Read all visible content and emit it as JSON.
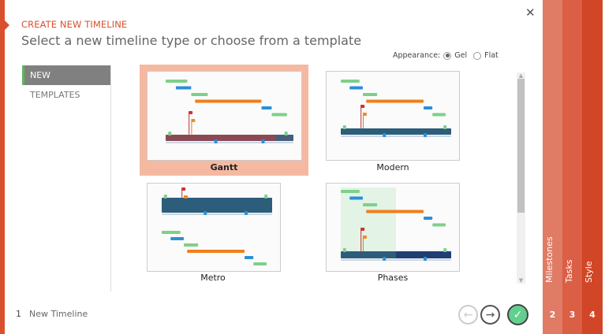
{
  "header": {
    "kicker": "CREATE NEW TIMELINE",
    "title": "Select a new timeline type or choose from a template",
    "close_icon": "close-icon"
  },
  "appearance": {
    "label": "Appearance:",
    "options": [
      {
        "label": "Gel",
        "selected": true
      },
      {
        "label": "Flat",
        "selected": false
      }
    ]
  },
  "sidebar": {
    "items": [
      {
        "label": "NEW",
        "selected": true
      },
      {
        "label": "TEMPLATES",
        "selected": false
      }
    ]
  },
  "templates": [
    {
      "label": "Gantt",
      "selected": true
    },
    {
      "label": "Modern",
      "selected": false
    },
    {
      "label": "Metro",
      "selected": false
    },
    {
      "label": "Phases",
      "selected": false
    }
  ],
  "footer": {
    "step_number": "1",
    "step_label": "New Timeline"
  },
  "steps": [
    {
      "number": "2",
      "label": "Milestones",
      "color": "#e07b66"
    },
    {
      "number": "3",
      "label": "Tasks",
      "color": "#da5f45"
    },
    {
      "number": "4",
      "label": "Style",
      "color": "#d14626"
    }
  ],
  "colors": {
    "accent": "#d9502f",
    "selected_card": "#f4b9a0",
    "done": "#62cf8e",
    "task_green": "#7ed08a",
    "task_blue": "#2b8fd8",
    "task_orange": "#f07f1a"
  }
}
